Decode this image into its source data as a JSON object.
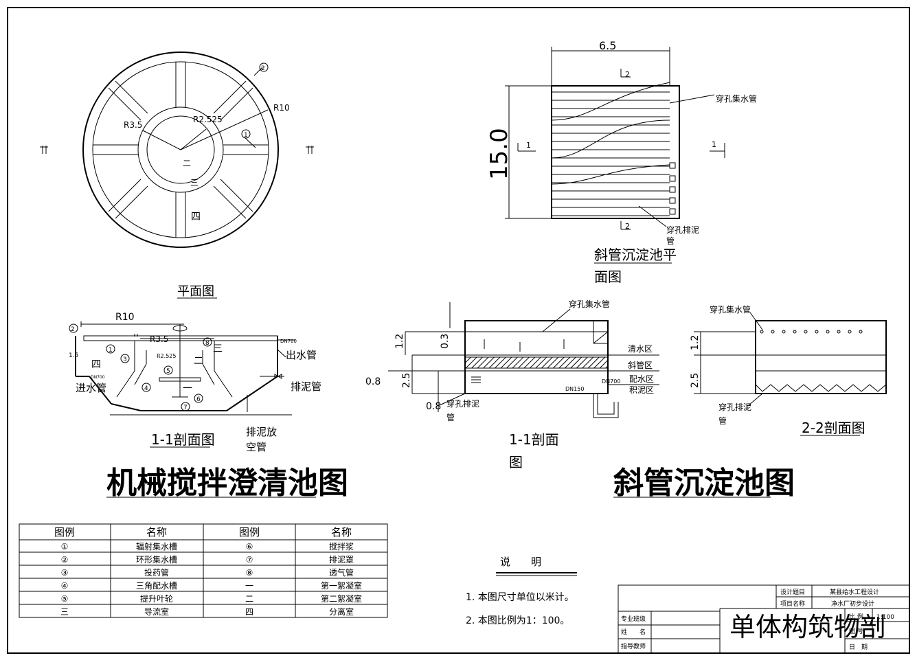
{
  "plan_view": {
    "labels": {
      "r_outer": "R10",
      "r_mid": "R3.5",
      "r_inner": "R2.525",
      "mark1": "1",
      "mark2": "2",
      "z2": "二",
      "z3": "三",
      "z4": "四",
      "sec_left": "1",
      "sec_right": "1"
    },
    "title": "平面图"
  },
  "clarifier_section": {
    "labels": {
      "r10": "R10",
      "r35": "R3.5",
      "r2525": "R2.525",
      "dn700": "DN700",
      "dim_left": "1.5",
      "z1": "一",
      "z2": "二",
      "z3": "三",
      "z4": "四",
      "m1": "1",
      "m2": "2",
      "m3": "3",
      "m4": "4",
      "m5": "5",
      "m6": "6",
      "m7": "7",
      "m8": "8",
      "dn_small": "DN700",
      "outlet": "出水管",
      "inlet": "进水管",
      "sludge_pipe": "排泥管",
      "drain_line1": "排泥放",
      "drain_line2": "空管"
    },
    "title": "1-1剖面图"
  },
  "clarifier_title": "机械搅拌澄清池图",
  "tube_plan": {
    "labels": {
      "width": "6.5",
      "length": "15.0",
      "sec1_left": "1",
      "sec1_right": "1",
      "sec2_top": "2",
      "sec2_bottom": "2",
      "collect": "穿孔集水管",
      "sludge_line1": "穿孔排泥",
      "sludge_line2": "管"
    },
    "title_line1": "斜管沉淀池平",
    "title_line2": "面图"
  },
  "tube_section_1": {
    "labels": {
      "collect": "穿孔集水管",
      "d12": "1.2",
      "d03": "0.3",
      "d25": "2.5",
      "d08a": "0.8",
      "d08b": "0.8",
      "zone_clear": "清水区",
      "zone_tube": "斜管区",
      "zone_dist": "配水区",
      "zone_sludge": "积泥区",
      "dn700": "DN700",
      "dn150": "DN150",
      "sludge_line1": "穿孔排泥",
      "sludge_line2": "管"
    },
    "title_line1": "1-1剖面",
    "title_line2": "图"
  },
  "tube_section_2": {
    "labels": {
      "collect": "穿孔集水管",
      "d12": "1.2",
      "d25": "2.5",
      "sludge_line1": "穿孔排泥",
      "sludge_line2": "管"
    },
    "title": "2-2剖面图"
  },
  "tube_title": "斜管沉淀池图",
  "legend": {
    "headers": [
      "图例",
      "名称",
      "图例",
      "名称"
    ],
    "rows": [
      [
        "①",
        "辐射集水槽",
        "⑥",
        "搅拌浆"
      ],
      [
        "②",
        "环形集水槽",
        "⑦",
        "排泥罩"
      ],
      [
        "③",
        "投药管",
        "⑧",
        "透气管"
      ],
      [
        "④",
        "三角配水槽",
        "一",
        "第一絮凝室"
      ],
      [
        "⑤",
        "提升叶轮",
        "二",
        "第二絮凝室"
      ],
      [
        "三",
        "导流室",
        "四",
        "分离室"
      ]
    ]
  },
  "notes": {
    "heading": "说　　明",
    "items": [
      "1. 本图尺寸单位以米计。",
      "2. 本图比例为1：100。"
    ]
  },
  "title_block": {
    "left_labels": [
      "专业班级",
      "姓　　名",
      "指导教师"
    ],
    "right_labels": [
      "设计题目",
      "项目名称"
    ],
    "right_values": [
      "某县给水工程设计",
      "净水厂初步设计"
    ],
    "drawing_title": "单体构筑物剖",
    "side_labels": [
      "比 例",
      "图 号",
      "日　期"
    ],
    "scale_value": "1:100"
  }
}
